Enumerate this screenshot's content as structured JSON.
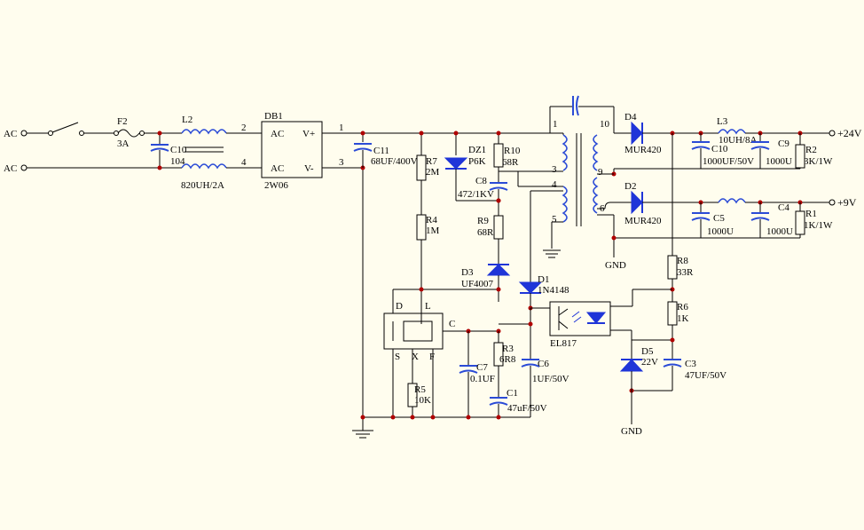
{
  "labels": {
    "ac1": "AC",
    "ac2": "AC",
    "f2": "F2",
    "f2_val": "3A",
    "l2": "L2",
    "l2_val": "820UH/2A",
    "c10a": "C10",
    "c10a_val": "104",
    "db1": "DB1",
    "db1_part": "2W06",
    "db1_ac1": "AC",
    "db1_ac2": "AC",
    "db1_vp": "V+",
    "db1_vm": "V-",
    "pin2": "2",
    "pin4": "4",
    "pin1": "1",
    "pin3": "3",
    "c11": "C11",
    "c11_val": "68UF/400V",
    "r7": "R7",
    "r7_val": "2M",
    "r4": "R4",
    "r4_val": "1M",
    "dz1": "DZ1",
    "dz1_val": "P6K",
    "r10": "R10",
    "r10_val": "68R",
    "c8": "C8",
    "c8_val": "472/1KV",
    "r9": "R9",
    "r9_val": "68R",
    "d3": "D3",
    "d3_val": "UF4007",
    "d1": "D1",
    "d1_val": "1N4148",
    "t_1": "1",
    "t_10": "10",
    "t_3": "3",
    "t_4": "4",
    "t_5": "5",
    "t_9": "9",
    "t_6": "6",
    "d4": "D4",
    "d4_val": "MUR420",
    "d2": "D2",
    "d2_val": "MUR420",
    "l3": "L3",
    "l3_val": "10UH/8A",
    "c10": "C10",
    "c10_val": "1000UF/50V",
    "c9": "C9",
    "c9_val": "1000U",
    "r2": "R2",
    "r2_val": "3K/1W",
    "c5": "C5",
    "c5_val": "1000U",
    "c4": "C4",
    "c4_val": "1000U",
    "r1": "R1",
    "r1_val": "1K/1W",
    "out24": "+24V",
    "out9": "+9V",
    "gnd1": "GND",
    "gnd2": "GND",
    "r8": "R8",
    "r8_val": "33R",
    "r6": "R6",
    "r6_val": "1K",
    "el817": "EL817",
    "d5": "D5",
    "d5_val": "22V",
    "c3": "C3",
    "c3_val": "47UF/50V",
    "ic_d": "D",
    "ic_l": "L",
    "ic_c": "C",
    "ic_s": "S",
    "ic_x": "X",
    "ic_f": "F",
    "r5": "R5",
    "r5_val": "10K",
    "c7": "C7",
    "c7_val": "0.1UF",
    "r3": "R3",
    "r3_val": "6R8",
    "c6": "C6",
    "c6_val": "1UF/50V",
    "c1": "C1",
    "c1_val": "47uF/50V"
  },
  "colors": {
    "background": "#fffdee",
    "component": "#2b4bd6",
    "junction": "#b00000",
    "wire": "#000000"
  }
}
